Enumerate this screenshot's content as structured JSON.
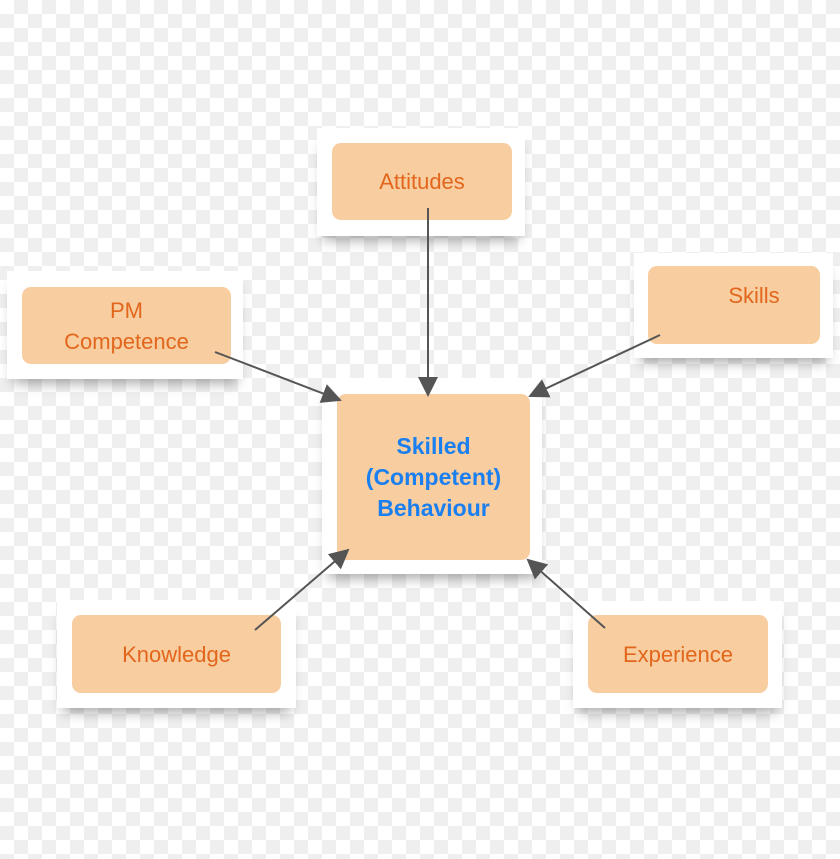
{
  "nodes": {
    "attitudes": "Attitudes",
    "pm_competence_1": "PM",
    "pm_competence_2": "Competence",
    "skills": "Skills",
    "center_1": "Skilled",
    "center_2": "(Competent)",
    "center_3": "Behaviour",
    "knowledge": "Knowledge",
    "experience": "Experience"
  },
  "colors": {
    "box_fill": "#f8cda0",
    "label": "#e2661c",
    "center_label": "#1a7ff0",
    "arrow": "#555555"
  }
}
